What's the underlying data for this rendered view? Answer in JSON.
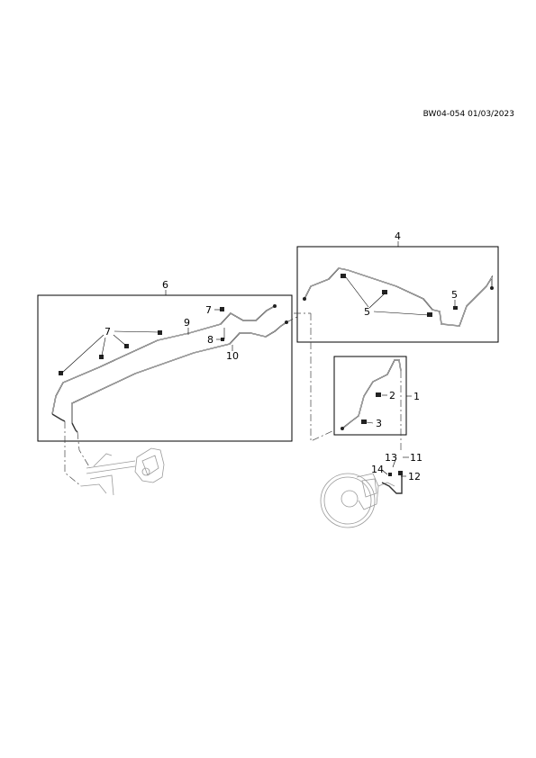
{
  "header": {
    "reference": "BW04-054 01/03/2023"
  },
  "callouts": {
    "c1": "1",
    "c2": "2",
    "c3": "3",
    "c4": "4",
    "c5a": "5",
    "c5b": "5",
    "c6": "6",
    "c7a": "7",
    "c7b": "7",
    "c8": "8",
    "c9": "9",
    "c10": "10",
    "c11": "11",
    "c12": "12",
    "c13": "13",
    "c14": "14"
  }
}
